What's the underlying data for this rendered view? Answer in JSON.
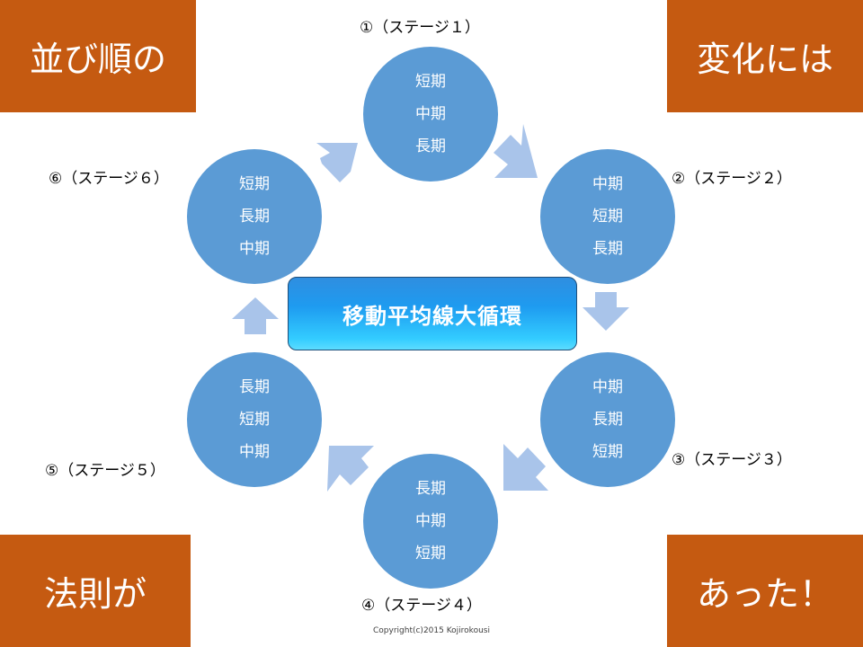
{
  "corners": {
    "top_left": "並び順の",
    "top_right": "変化には",
    "bottom_left": "法則が",
    "bottom_right": "あった！"
  },
  "center": "移動平均線大循環",
  "stages": [
    {
      "label": "①（ステージ１）",
      "lines": [
        "短期",
        "中期",
        "長期"
      ]
    },
    {
      "label": "②（ステージ２）",
      "lines": [
        "中期",
        "短期",
        "長期"
      ]
    },
    {
      "label": "③（ステージ３）",
      "lines": [
        "中期",
        "長期",
        "短期"
      ]
    },
    {
      "label": "④（ステージ４）",
      "lines": [
        "長期",
        "中期",
        "短期"
      ]
    },
    {
      "label": "⑤（ステージ５）",
      "lines": [
        "長期",
        "短期",
        "中期"
      ]
    },
    {
      "label": "⑥（ステージ６）",
      "lines": [
        "短期",
        "長期",
        "中期"
      ]
    }
  ],
  "copyright": "Copyright(c)2015 Kojirokousi",
  "colors": {
    "corner": "#c55a11",
    "circle": "#5b9bd5",
    "arrow": "#a9c4ea",
    "center": "#1e9bf0"
  }
}
